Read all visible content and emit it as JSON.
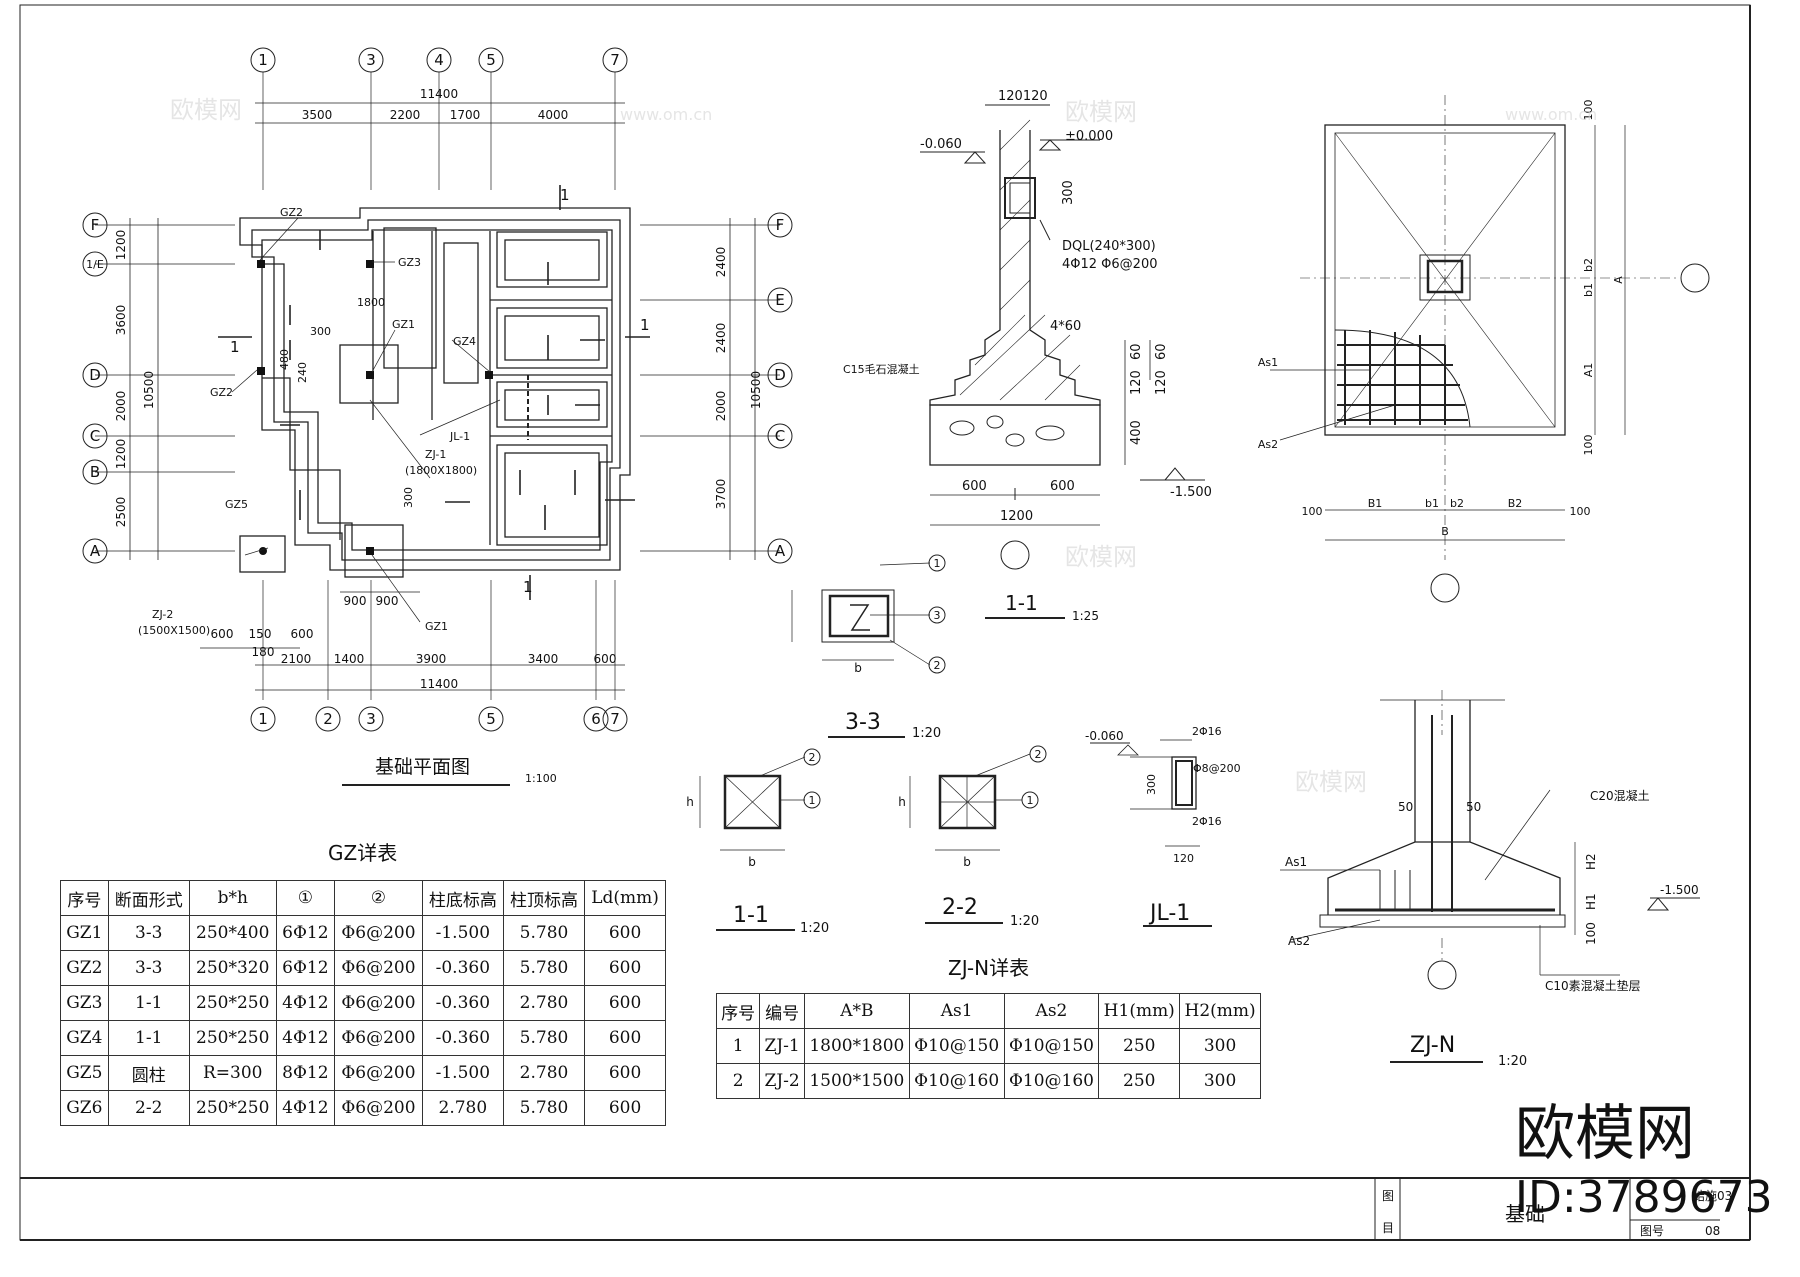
{
  "plan": {
    "title": "基础平面图",
    "scale": "1:100",
    "top_axes": [
      "1",
      "3",
      "4",
      "5",
      "7"
    ],
    "bottom_axes": [
      "1",
      "2",
      "3",
      "5",
      "6",
      "7"
    ],
    "left_axes": [
      "F",
      "1/E",
      "D",
      "C",
      "B",
      "A"
    ],
    "right_axes": [
      "F",
      "E",
      "D",
      "C",
      "A"
    ],
    "top_overall": "11400",
    "top_dims": [
      "3500",
      "2200",
      "1700",
      "4000"
    ],
    "bottom_overall": "11400",
    "bottom_dims": [
      "2100",
      "1400",
      "3900",
      "3400",
      "600"
    ],
    "bottom_local": [
      "600",
      "150",
      "600",
      "180",
      "900",
      "900"
    ],
    "left_overall": "10500",
    "left_dims": [
      "1200",
      "3600",
      "2000",
      "1200",
      "2500"
    ],
    "right_overall": "10500",
    "right_dims": [
      "2400",
      "2400",
      "2000",
      "3700"
    ],
    "labels": {
      "gz2_a": "GZ2",
      "gz2_b": "GZ2",
      "gz3": "GZ3",
      "gz1_a": "GZ1",
      "gz4": "GZ4",
      "gz5": "GZ5",
      "gz1_b": "GZ1",
      "jl1": "JL-1",
      "zj1": "ZJ-1",
      "zj1_size": "(1800X1800)",
      "zj2": "ZJ-2",
      "zj2_size": "(1500X1500)",
      "dim_1800": "1800",
      "dim_300": "300",
      "dim_480": "480",
      "dim_240": "240",
      "dim_300b": "300",
      "section_mark": "1"
    }
  },
  "section11": {
    "title": "1-1",
    "scale": "1:25",
    "dim_top": "120120",
    "level_neg060": "-0.060",
    "level_zero": "±0.000",
    "dim_300": "300",
    "dql": "DQL(240*300)",
    "dql_rebar": "4Φ12   Φ6@200",
    "step": "4*60",
    "concrete": "C15毛石混凝土",
    "dims_right": [
      "60",
      "60",
      "120",
      "120",
      "400"
    ],
    "bottom_dims": [
      "600",
      "600"
    ],
    "overall": "1200",
    "level_neg150": "-1.500"
  },
  "detail33": {
    "title": "3-3",
    "scale": "1:20",
    "marks": [
      "1",
      "3",
      "2"
    ],
    "b": "b"
  },
  "detail11": {
    "title": "1-1",
    "scale": "1:20",
    "marks": [
      "2",
      "1"
    ],
    "h": "h",
    "b": "b"
  },
  "detail22": {
    "title": "2-2",
    "scale": "1:20",
    "marks": [
      "2",
      "1"
    ],
    "h": "h",
    "b": "b"
  },
  "jl1": {
    "title": "JL-1",
    "level": "-0.060",
    "top_bar": "2Φ16",
    "stirrup": "Φ8@200",
    "bot_bar": "2Φ16",
    "h": "300",
    "w": "120"
  },
  "footing_plan": {
    "as1": "As1",
    "as2": "As2",
    "dims_bottom": [
      "100",
      "B1",
      "b1",
      "b2",
      "B2",
      "100"
    ],
    "b_total": "B",
    "dims_right": [
      "100",
      "b2",
      "b1",
      "A1",
      "100"
    ],
    "a_total": "A"
  },
  "zjn": {
    "title": "ZJ-N",
    "scale": "1:20",
    "concrete": "C20混凝土",
    "d1": "50",
    "d2": "50",
    "as1": "As1",
    "as2": "As2",
    "h2": "H2",
    "h1": "H1",
    "d100": "100",
    "level": "-1.500",
    "cushion": "C10素混凝土垫层"
  },
  "gz_table": {
    "title": "GZ详表",
    "headers": [
      "序号",
      "断面形式",
      "b*h",
      "①",
      "②",
      "柱底标高",
      "柱顶标高",
      "Ld(mm)"
    ],
    "rows": [
      [
        "GZ1",
        "3-3",
        "250*400",
        "6Φ12",
        "Φ6@200",
        "-1.500",
        "5.780",
        "600"
      ],
      [
        "GZ2",
        "3-3",
        "250*320",
        "6Φ12",
        "Φ6@200",
        "-0.360",
        "5.780",
        "600"
      ],
      [
        "GZ3",
        "1-1",
        "250*250",
        "4Φ12",
        "Φ6@200",
        "-0.360",
        "2.780",
        "600"
      ],
      [
        "GZ4",
        "1-1",
        "250*250",
        "4Φ12",
        "Φ6@200",
        "-0.360",
        "5.780",
        "600"
      ],
      [
        "GZ5",
        "圆柱",
        "R=300",
        "8Φ12",
        "Φ6@200",
        "-1.500",
        "2.780",
        "600"
      ],
      [
        "GZ6",
        "2-2",
        "250*250",
        "4Φ12",
        "Φ6@200",
        "2.780",
        "5.780",
        "600"
      ]
    ]
  },
  "zj_table": {
    "title": "ZJ-N详表",
    "headers": [
      "序号",
      "编号",
      "A*B",
      "As1",
      "As2",
      "H1(mm)",
      "H2(mm)"
    ],
    "rows": [
      [
        "1",
        "ZJ-1",
        "1800*1800",
        "Φ10@150",
        "Φ10@150",
        "250",
        "300"
      ],
      [
        "2",
        "ZJ-2",
        "1500*1500",
        "Φ10@160",
        "Φ10@160",
        "250",
        "300"
      ]
    ]
  },
  "title_block": {
    "drawing_name": "基础",
    "tu": "图",
    "mu": "目",
    "tuhao": "图号",
    "code": "结施03",
    "sheet": "08"
  },
  "watermark": {
    "brand": "欧模网",
    "id": "ID:3789673",
    "url": "www.om.cn",
    "small": "欧模网"
  }
}
